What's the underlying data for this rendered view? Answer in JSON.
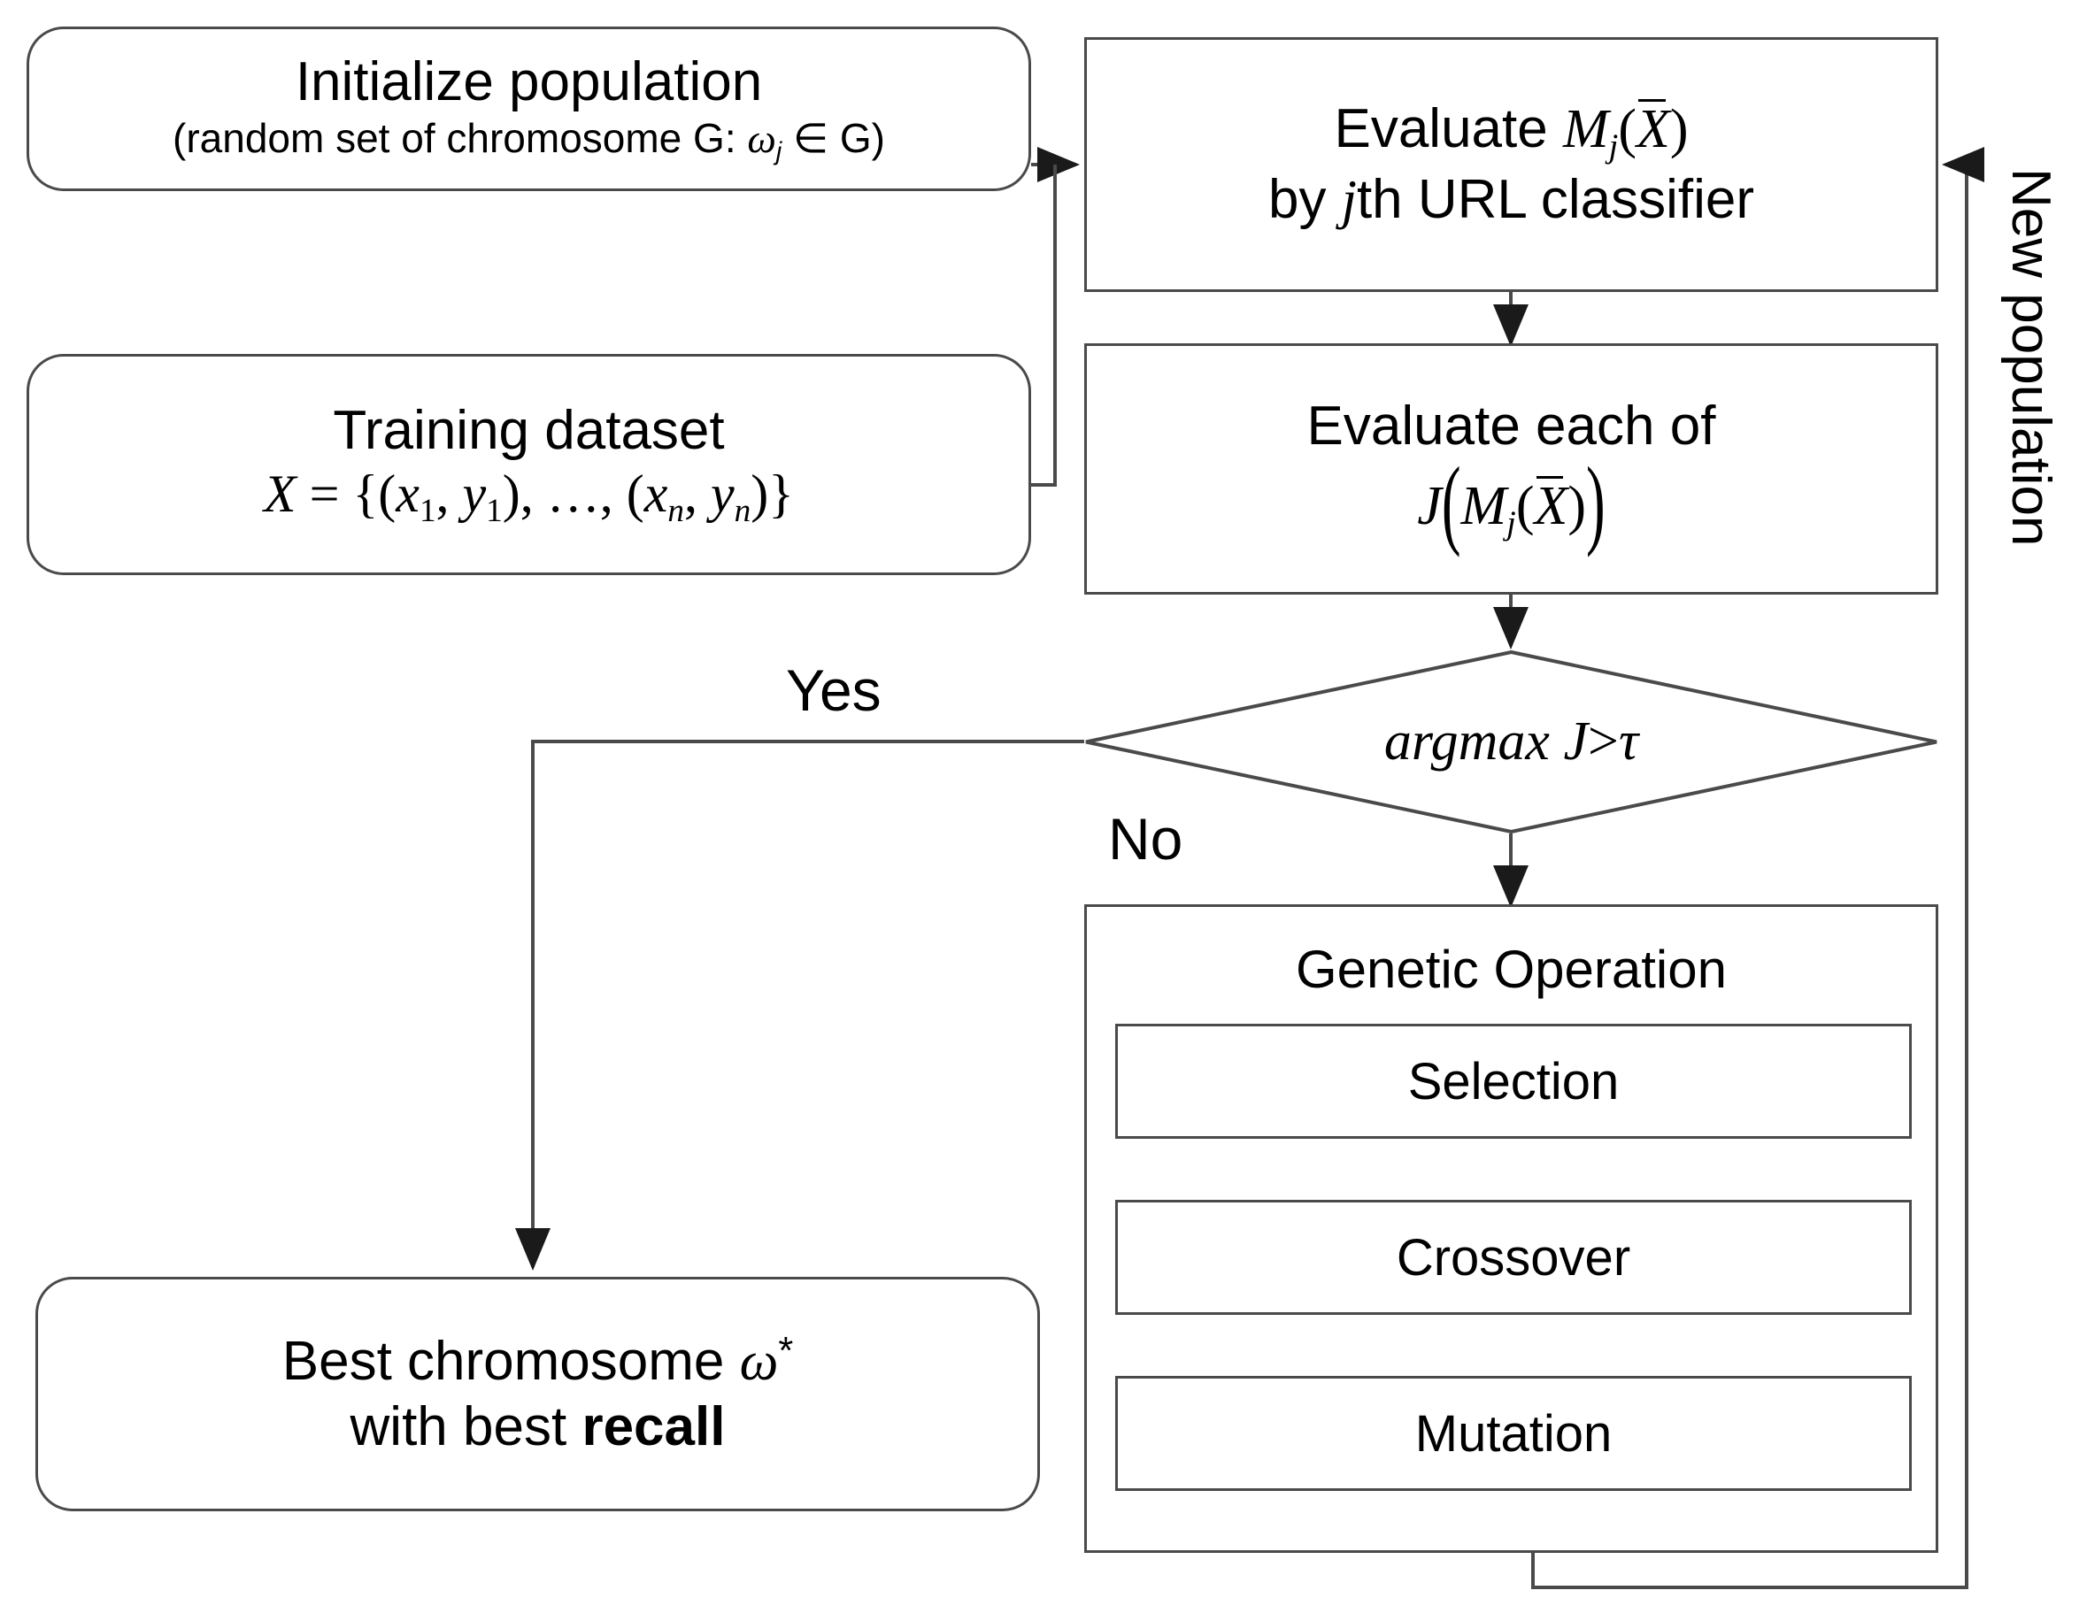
{
  "diagram": {
    "title": "Genetic algorithm flowchart for URL classifier chromosome optimization",
    "stroke_color": "#4a4a4a",
    "text_color": "#000000",
    "background": "#ffffff"
  },
  "nodes": {
    "initialize_population": {
      "line1": "Initialize population",
      "line2_prefix": "(random set of chromosome G: ",
      "line2_symbol": "ω",
      "line2_subscript": "j",
      "line2_suffix": " ∈ G)"
    },
    "training_dataset": {
      "line1": "Training dataset",
      "formula_lhs": "X",
      "formula_eq": " = {(",
      "x1": "x",
      "x1_sub": "1",
      "comma1": ", ",
      "y1": "y",
      "y1_sub": "1",
      "mid": "), …, (",
      "xn": "x",
      "xn_sub": "n",
      "comma2": ", ",
      "yn": "y",
      "yn_sub": "n",
      "close": ")}"
    },
    "evaluate_mj": {
      "line1_prefix": "Evaluate ",
      "line1_symbol": "M",
      "line1_subscript": "j",
      "line1_arg": "(X̅)",
      "line2_prefix": "by ",
      "line2_italic": "j",
      "line2_suffix": "th URL classifier"
    },
    "evaluate_j": {
      "line1": "Evaluate each of",
      "formula": "J ( M_j( X̅ ) )",
      "j_symbol": "J",
      "m_symbol": "M",
      "m_subscript": "j",
      "arg": "(X̅)"
    },
    "decision": {
      "label": "argmax J > τ",
      "argmax": "argmax",
      "jsym": "J",
      "op": " > ",
      "tau": "τ"
    },
    "genetic_operation": {
      "title": "Genetic Operation",
      "steps": [
        {
          "label": "Selection"
        },
        {
          "label": "Crossover"
        },
        {
          "label": "Mutation"
        }
      ]
    },
    "best_chromosome": {
      "line1_prefix": "Best chromosome ",
      "line1_symbol": "ω",
      "line1_sup": "*",
      "line2_prefix": "with best ",
      "line2_bold": "recall"
    }
  },
  "edge_labels": {
    "yes": "Yes",
    "no": "No",
    "new_population": "New population"
  }
}
